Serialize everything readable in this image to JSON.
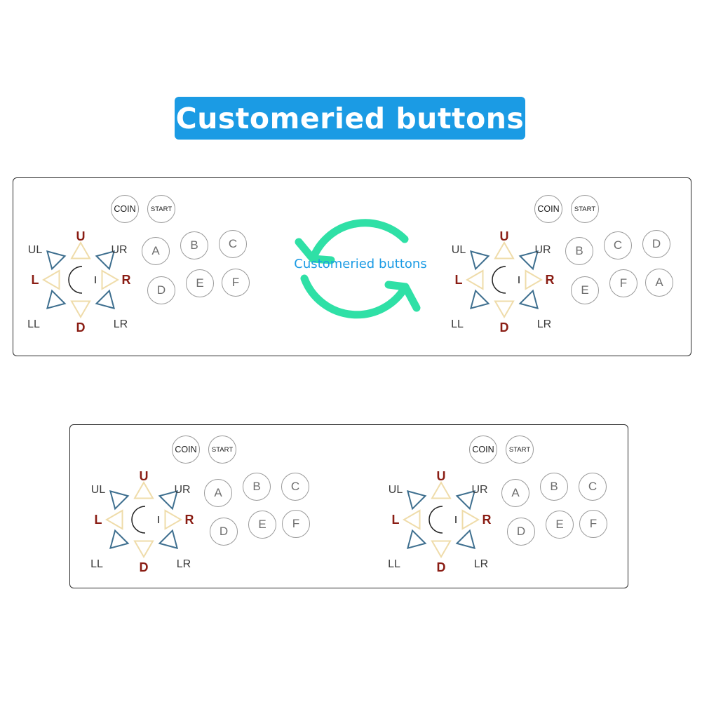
{
  "banner": {
    "title": "Customeried buttons"
  },
  "swap": {
    "label": "Customeried buttons",
    "color": "#2fe0a6"
  },
  "colors": {
    "banner_bg": "#1b9be4",
    "diagonal_triangle": "#3e6f8f",
    "orthogonal_triangle": "#efdcaa",
    "direction_label": "#8a1d14"
  },
  "joystick_labels": {
    "u": "U",
    "d": "D",
    "l": "L",
    "r": "R",
    "ul": "UL",
    "ur": "UR",
    "ll": "LL",
    "lr": "LR"
  },
  "system_buttons": {
    "coin": "COIN",
    "start": "START"
  },
  "panels": [
    {
      "name": "top",
      "groups": [
        {
          "row1": [
            "A",
            "B",
            "C"
          ],
          "row2": [
            "D",
            "E",
            "F"
          ]
        },
        {
          "row1": [
            "B",
            "C",
            "D"
          ],
          "row2": [
            "E",
            "F",
            "A"
          ]
        }
      ]
    },
    {
      "name": "bottom",
      "groups": [
        {
          "row1": [
            "A",
            "B",
            "C"
          ],
          "row2": [
            "D",
            "E",
            "F"
          ]
        },
        {
          "row1": [
            "A",
            "B",
            "C"
          ],
          "row2": [
            "D",
            "E",
            "F"
          ]
        }
      ]
    }
  ]
}
